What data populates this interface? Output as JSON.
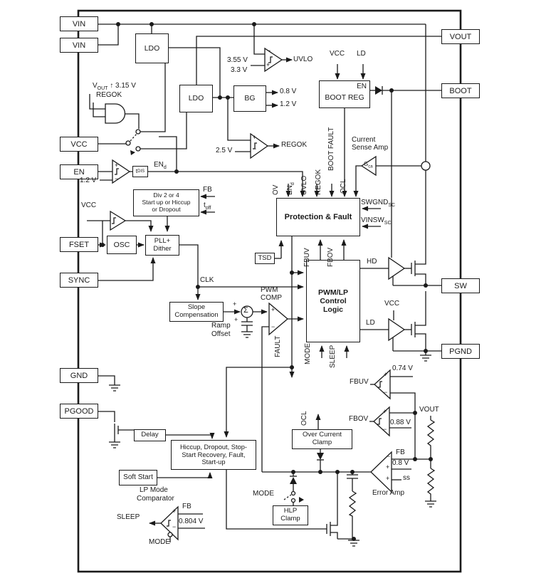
{
  "colors": {
    "ink": "#1a1a1a",
    "background": "#ffffff"
  },
  "pins": {
    "left": [
      "VIN",
      "VIN",
      "VCC",
      "EN",
      "FSET",
      "SYNC",
      "GND",
      "PGOOD"
    ],
    "right": [
      "VOUT",
      "BOOT",
      "SW",
      "PGND"
    ]
  },
  "blocks": {
    "ldo1": "LDO",
    "ldo2": "LDO",
    "bg": "BG",
    "boot_reg": {
      "label": "BOOT REG",
      "en": "EN"
    },
    "divider": {
      "l1": "Div 2 or 4",
      "l2": "Start up or Hiccup",
      "l3": "or Dropout"
    },
    "osc": "OSC",
    "pll": {
      "l1": "PLL+",
      "l2": "Dither"
    },
    "slope": {
      "l1": "Slope",
      "l2": "Compensation"
    },
    "protection": "Protection & Fault",
    "pwm_lp": {
      "l1": "PWM/LP",
      "l2": "Control",
      "l3": "Logic"
    },
    "tsd": "TSD",
    "t_dis": {
      "main": "t",
      "sub": "DIS"
    },
    "delay": "Delay",
    "hiccup": {
      "l1": "Hiccup, Dropout, Stop-",
      "l2": "Start Recovery, Fault,",
      "l3": "Start-up"
    },
    "soft_start": "Soft Start",
    "over_current": {
      "l1": "Over Current",
      "l2": "Clamp"
    },
    "hlp": {
      "l1": "HLP",
      "l2": "Clamp"
    }
  },
  "labels": {
    "v3_55": "3.55 V",
    "v3_3": "3.3 V",
    "uvlo_out": "UVLO",
    "bootreg_vcc": "VCC",
    "bootreg_ld": "LD",
    "bg_out1": "0.8 V",
    "bg_out2": "1.2 V",
    "v2_5": "2.5 V",
    "regok_out": "REGOK",
    "vout_rise": {
      "main": "V",
      "sub": "OUT",
      "rest": " ↑ 3.15 V"
    },
    "and_regok": "REGOK",
    "en_ref": "1.2 V",
    "en_d": {
      "main": "EN",
      "sub": "d"
    },
    "div_fb": "FB",
    "t_off": {
      "main": "t",
      "sub": "off"
    },
    "osc_vcc": "VCC",
    "clk": "CLK",
    "pwm_comp": {
      "l1": "PWM",
      "l2": "COMP"
    },
    "ramp": {
      "l1": "Ramp",
      "l2": "Offset"
    },
    "sigma": "Σ",
    "fault": "FAULT",
    "mode_in": "MODE",
    "sleep_in": "SLEEP",
    "ov": "OV",
    "en_d_in": {
      "main": "EN",
      "sub": "d"
    },
    "uvlo_in": "UVLO",
    "regok_in": "REGOK",
    "ocl_in": "OCL",
    "boot_fault": "BOOT FAULT",
    "swgnd": {
      "main": "SWGND",
      "sub": "SC"
    },
    "vinsw": {
      "main": "VINSW",
      "sub": "SC"
    },
    "cs_amp": {
      "l1": "Current",
      "l2": "Sense Amp"
    },
    "gca": {
      "main": "G",
      "sub": "ca"
    },
    "hd": "HD",
    "ld": "LD",
    "ls_vcc": "VCC",
    "fbuv_stub": "FBUV",
    "fbov_stub": "FBOV",
    "fbuv_sig": "FBUV",
    "fbov_sig": "FBOV",
    "v0_74": "0.74 V",
    "v0_88": "0.88 V",
    "vout_node": "VOUT",
    "fb_amp": "FB",
    "v0_8": "0.8 V",
    "ss": "ss",
    "error_amp": "Error Amp",
    "ocl_out": "OCL",
    "mode_sw": "MODE",
    "lp_mode": {
      "l1": "LP Mode",
      "l2": "Comparator"
    },
    "fb_lp": "FB",
    "v0_804": "0.804 V",
    "sleep_out": "SLEEP",
    "mode_lp": "MODE"
  },
  "sym": {
    "plus": "+",
    "minus": "−"
  }
}
